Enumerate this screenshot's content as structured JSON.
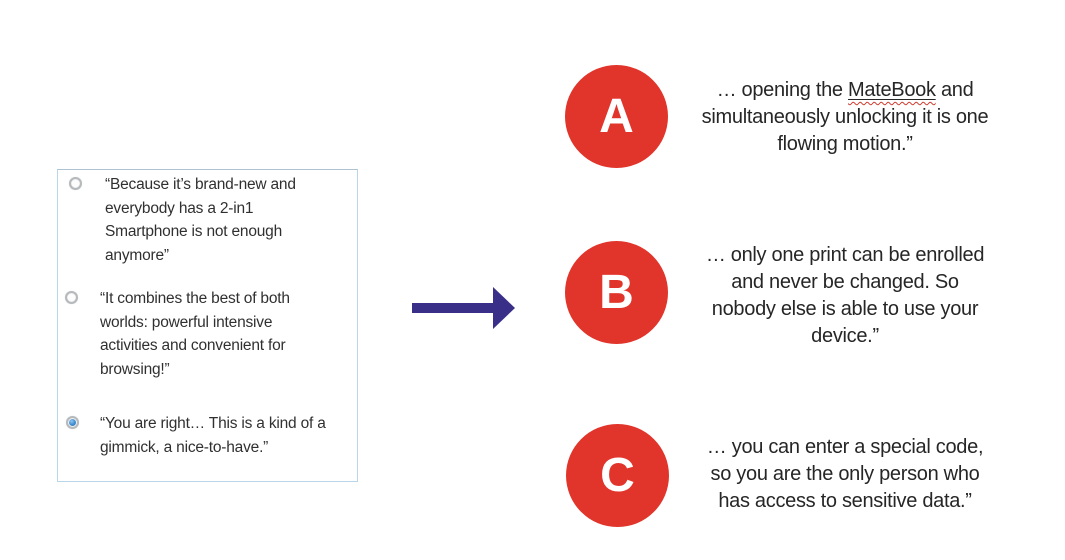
{
  "panel": {
    "options": [
      {
        "selected": false,
        "lines": [
          "“Because it’s brand-new and",
          "everybody has a 2-in1",
          "Smartphone is not enough",
          "anymore”"
        ]
      },
      {
        "selected": false,
        "lines": [
          "“It combines the best of both",
          "worlds: powerful intensive",
          "activities and convenient for",
          "browsing!”"
        ]
      },
      {
        "selected": true,
        "lines": [
          "“You are right… This is a kind of a",
          "gimmick, a nice-to-have.”"
        ]
      }
    ]
  },
  "answers": [
    {
      "label": "A",
      "line1_pre": "… opening the ",
      "line1_word": "MateBook",
      "line1_post": " and",
      "lines_rest": [
        "simultaneously unlocking it is one",
        "flowing motion.”"
      ]
    },
    {
      "label": "B",
      "lines": [
        "… only one print can be enrolled",
        "and never be changed. So",
        "nobody else is able to use your",
        "device.”"
      ]
    },
    {
      "label": "C",
      "lines": [
        "… you can enter a special code,",
        "so you are the only person who",
        "has access to sensitive data.”"
      ]
    }
  ],
  "icons": {
    "arrow": "right-arrow",
    "radio_unselected": "radio-circle",
    "radio_selected": "radio-circle-dot"
  },
  "colors": {
    "circle_red": "#e1342a",
    "arrow_indigo": "#3a2f88",
    "body_text": "#262626",
    "panel_border": "#b9d6e8",
    "radio_dot_blue": "#3f8cd2",
    "spellcheck_red": "#d0392e"
  }
}
